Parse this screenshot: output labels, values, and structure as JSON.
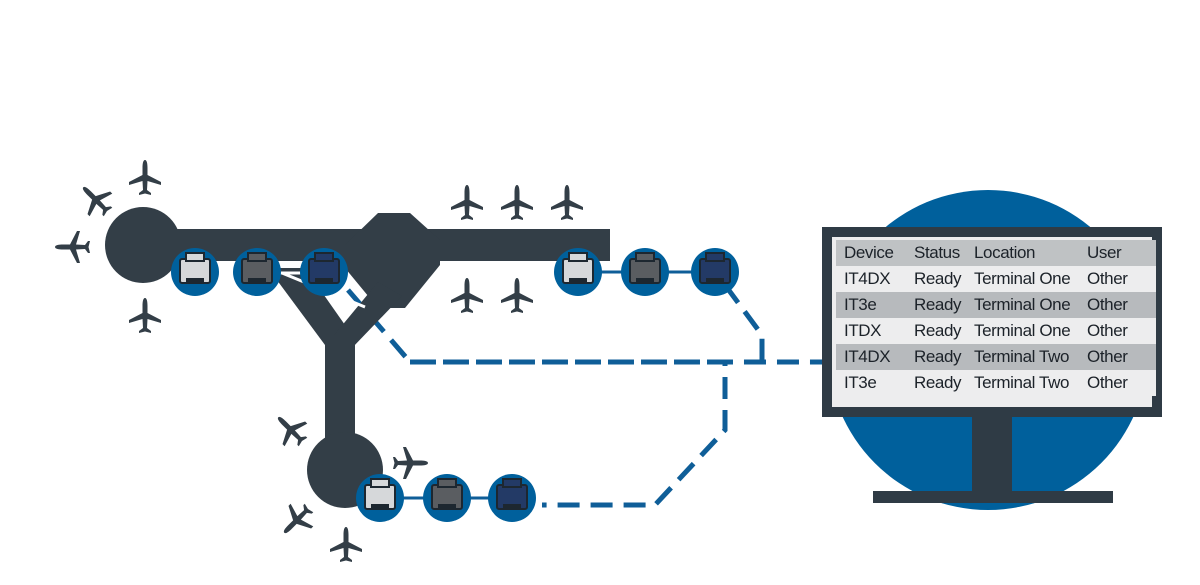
{
  "colors": {
    "terminal": "#333e47",
    "blue": "#00609c",
    "dashed_link": "#0f5e98",
    "monitor_frame": "#2f3b45",
    "printer_light": "#d6d8da",
    "printer_grey": "#5a5d61",
    "printer_navy": "#233a66"
  },
  "monitor": {
    "columns": [
      "Device",
      "Status",
      "Location",
      "User"
    ],
    "rows": [
      [
        "IT4DX",
        "Ready",
        "Terminal One",
        "Other"
      ],
      [
        "IT3e",
        "Ready",
        "Terminal One",
        "Other"
      ],
      [
        "ITDX",
        "Ready",
        "Terminal One",
        "Other"
      ],
      [
        "IT4DX",
        "Ready",
        "Terminal Two",
        "Other"
      ],
      [
        "IT3e",
        "Ready",
        "Terminal Two",
        "Other"
      ]
    ]
  },
  "printers": [
    {
      "group": "hub-top",
      "variant": "light"
    },
    {
      "group": "hub-top",
      "variant": "grey"
    },
    {
      "group": "hub-top",
      "variant": "navy"
    },
    {
      "group": "pier-right",
      "variant": "light"
    },
    {
      "group": "pier-right",
      "variant": "grey"
    },
    {
      "group": "pier-right",
      "variant": "navy"
    },
    {
      "group": "hub-bottom",
      "variant": "light"
    },
    {
      "group": "hub-bottom",
      "variant": "grey"
    },
    {
      "group": "hub-bottom",
      "variant": "navy"
    }
  ],
  "airplane_icon": "airplane-icon",
  "printer_icon": "printer-icon"
}
